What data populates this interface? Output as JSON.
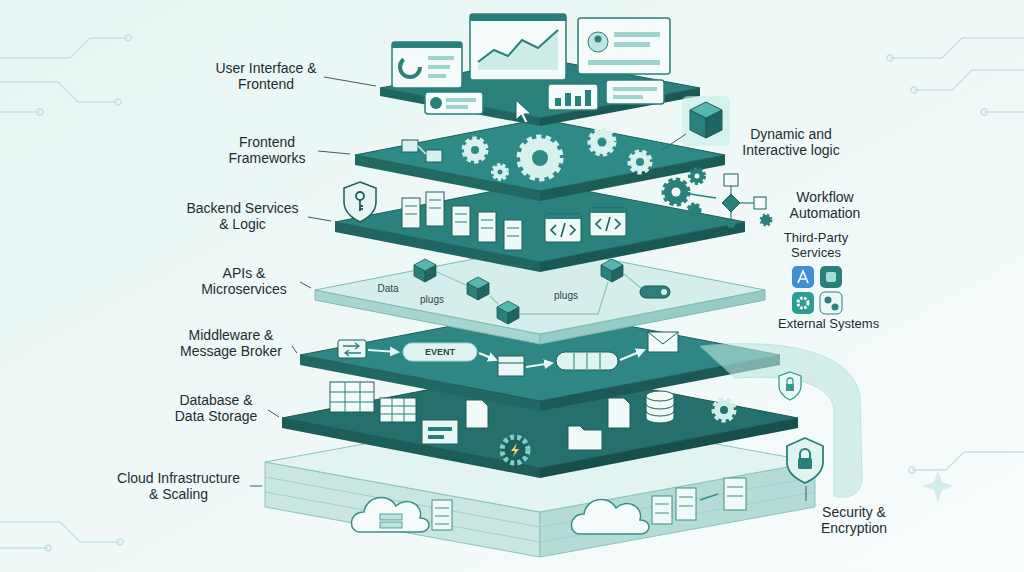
{
  "diagram": {
    "labels": [
      "User Interface & Frontend",
      "Frontend Frameworks",
      "Backend Services & Logic",
      "APIs & Microservices",
      "Middleware & Message Broker",
      "Database & Data Storage",
      "Cloud Infrastructure & Scaling",
      "Dynamic and Interactive logic",
      "Workflow Automation",
      "Third-Party Services",
      "External Systems",
      "Security & Encryption",
      "Data",
      "plugs",
      "plugs",
      "EVENT"
    ]
  }
}
